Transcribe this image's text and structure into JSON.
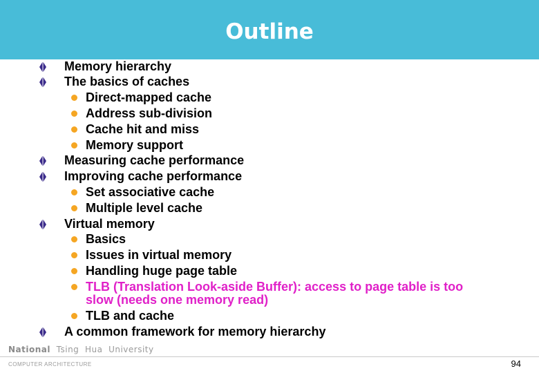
{
  "slide": {
    "title": "Outline",
    "page_number": "94",
    "colors": {
      "header": "#48bcd8",
      "bullet_l1": "#3a2a8a",
      "bullet_l2": "#f5a623",
      "highlight": "#e020c8"
    }
  },
  "items": [
    {
      "level": 1,
      "text": "Memory hierarchy"
    },
    {
      "level": 1,
      "text": "The basics of caches"
    },
    {
      "level": 2,
      "text": "Direct-mapped cache"
    },
    {
      "level": 2,
      "text": "Address sub-division"
    },
    {
      "level": 2,
      "text": "Cache hit and miss"
    },
    {
      "level": 2,
      "text": "Memory support"
    },
    {
      "level": 1,
      "text": "Measuring cache performance"
    },
    {
      "level": 1,
      "text": "Improving cache performance"
    },
    {
      "level": 2,
      "text": "Set associative cache"
    },
    {
      "level": 2,
      "text": "Multiple level cache"
    },
    {
      "level": 1,
      "text": "Virtual memory"
    },
    {
      "level": 2,
      "text": "Basics"
    },
    {
      "level": 2,
      "text": "Issues in virtual memory"
    },
    {
      "level": 2,
      "text": "Handling huge page table"
    },
    {
      "level": 2,
      "text": "TLB (Translation Look-aside Buffer): access to page table is too",
      "highlight": true
    },
    {
      "level": 0,
      "text": "slow (needs one memory read)",
      "highlight": true
    },
    {
      "level": 2,
      "text": "TLB and cache"
    },
    {
      "level": 1,
      "text": "A common framework for memory hierarchy"
    }
  ],
  "footer": {
    "university_words": [
      "National",
      "Tsing",
      "Hua",
      "University"
    ],
    "department": "COMPUTER   ARCHITECTURE"
  }
}
